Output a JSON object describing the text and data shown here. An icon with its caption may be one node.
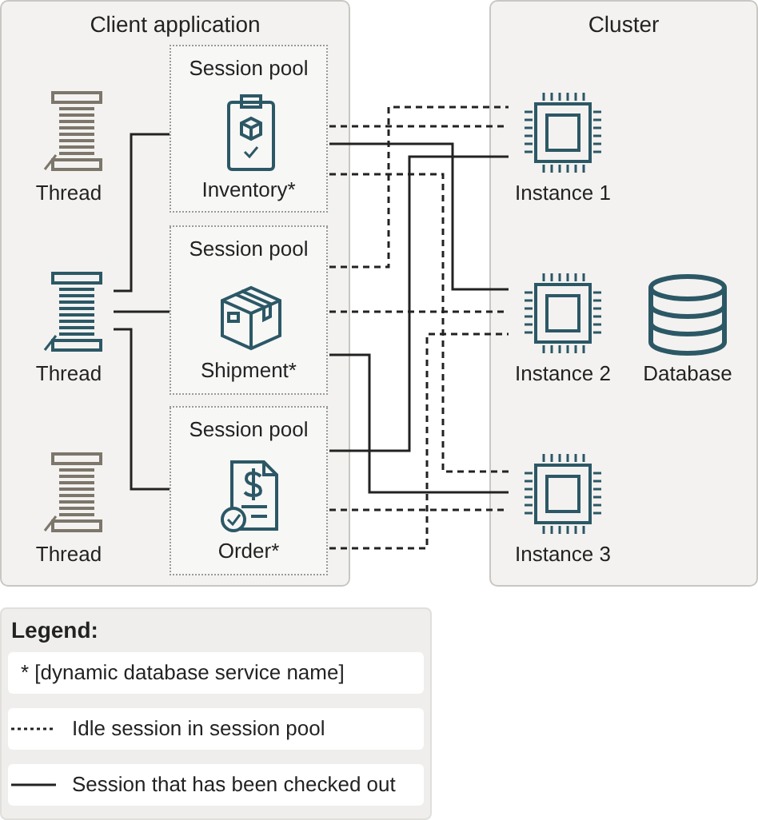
{
  "diagram": {
    "nodes": [
      {
        "text": [
          "Client application"
        ]
      },
      {
        "text": [
          "Thread"
        ],
        "in": 0
      },
      {
        "text": [
          "Thread"
        ],
        "in": 0
      },
      {
        "text": [
          "Thread"
        ],
        "in": 0
      },
      {
        "text": [
          "Session pool",
          "Inventory*"
        ],
        "in": 0
      },
      {
        "text": [
          "Session pool",
          "Shipment*"
        ],
        "in": 0
      },
      {
        "text": [
          "Session pool",
          "Order*"
        ],
        "in": 0
      },
      {
        "text": [
          "Cluster"
        ]
      },
      {
        "text": [
          "Instance 1"
        ],
        "in": 7
      },
      {
        "text": [
          "Instance 2"
        ],
        "in": 7
      },
      {
        "text": [
          "Instance 3"
        ],
        "in": 7
      },
      {
        "text": [
          "Database"
        ],
        "in": 7
      }
    ],
    "edges": [
      {
        "from": 2,
        "to": 4,
        "arrow": "none"
      },
      {
        "from": 2,
        "to": 5,
        "arrow": "none"
      },
      {
        "from": 2,
        "to": 6,
        "arrow": "none"
      },
      {
        "from": 4,
        "to": 8,
        "arrow": "none",
        "style": "dashed"
      },
      {
        "from": 4,
        "to": 9,
        "arrow": "none"
      },
      {
        "from": 4,
        "to": 10,
        "arrow": "none",
        "style": "dashed"
      },
      {
        "from": 5,
        "to": 8,
        "arrow": "none",
        "style": "dashed"
      },
      {
        "from": 5,
        "to": 9,
        "arrow": "none",
        "style": "dashed"
      },
      {
        "from": 5,
        "to": 10,
        "arrow": "none"
      },
      {
        "from": 6,
        "to": 8,
        "arrow": "none"
      },
      {
        "from": 6,
        "to": 10,
        "arrow": "none",
        "style": "dashed"
      },
      {
        "from": 6,
        "to": 9,
        "arrow": "none",
        "style": "dashed"
      }
    ],
    "labels": [
      "Legend:"
    ],
    "legend": [
      {
        "text": "* [dynamic database service name]"
      },
      {
        "text": "Idle session in session pool"
      },
      {
        "text": "Session that has been checked out"
      }
    ]
  }
}
